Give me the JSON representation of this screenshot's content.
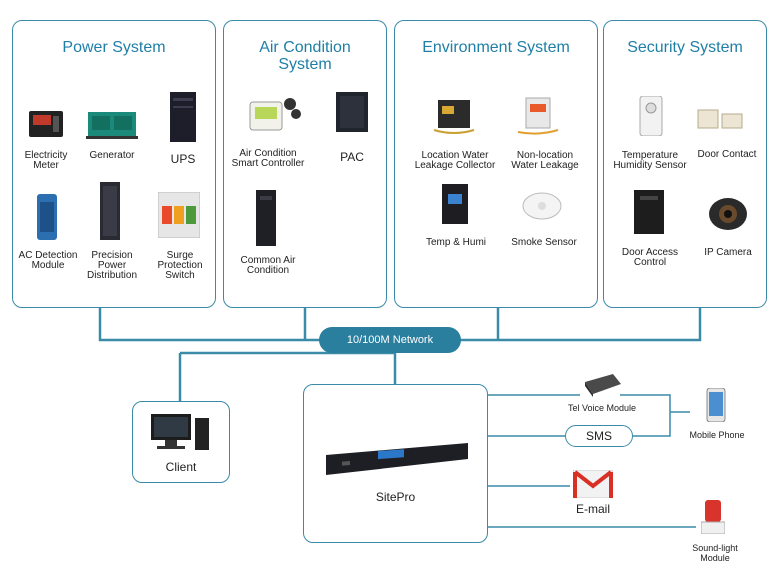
{
  "panels": {
    "power": {
      "title": "Power System",
      "items": [
        "Electricity\nMeter",
        "Generator",
        "UPS",
        "AC Detection\nModule",
        "Precision\nPower\nDistribution",
        "Surge\nProtection\nSwitch"
      ]
    },
    "air": {
      "title": "Air Condition\nSystem",
      "items": [
        "Air Condition\nSmart Controller",
        "PAC",
        "Common Air\nCondition"
      ]
    },
    "environment": {
      "title": "Environment System",
      "items": [
        "Location Water\nLeakage Collector",
        "Non-location\nWater Leakage",
        "Temp & Humi",
        "Smoke Sensor"
      ]
    },
    "security": {
      "title": "Security System",
      "items": [
        "Temperature\nHumidity Sensor",
        "Door Contact",
        "Door Access\nControl",
        "IP Camera"
      ]
    }
  },
  "network": {
    "label": "10/100M Network"
  },
  "client": {
    "label": "Client"
  },
  "sitepro": {
    "label": "SitePro"
  },
  "outputs": {
    "tel_voice": "Tel Voice Module",
    "sms": "SMS",
    "mobile": "Mobile Phone",
    "email": "E-mail",
    "sound_light": "Sound-light\nModule"
  },
  "colors": {
    "accent": "#1f7fa6",
    "line": "#3a8aa8",
    "network": "#2a7f9e",
    "gmail_red": "#d93025"
  }
}
